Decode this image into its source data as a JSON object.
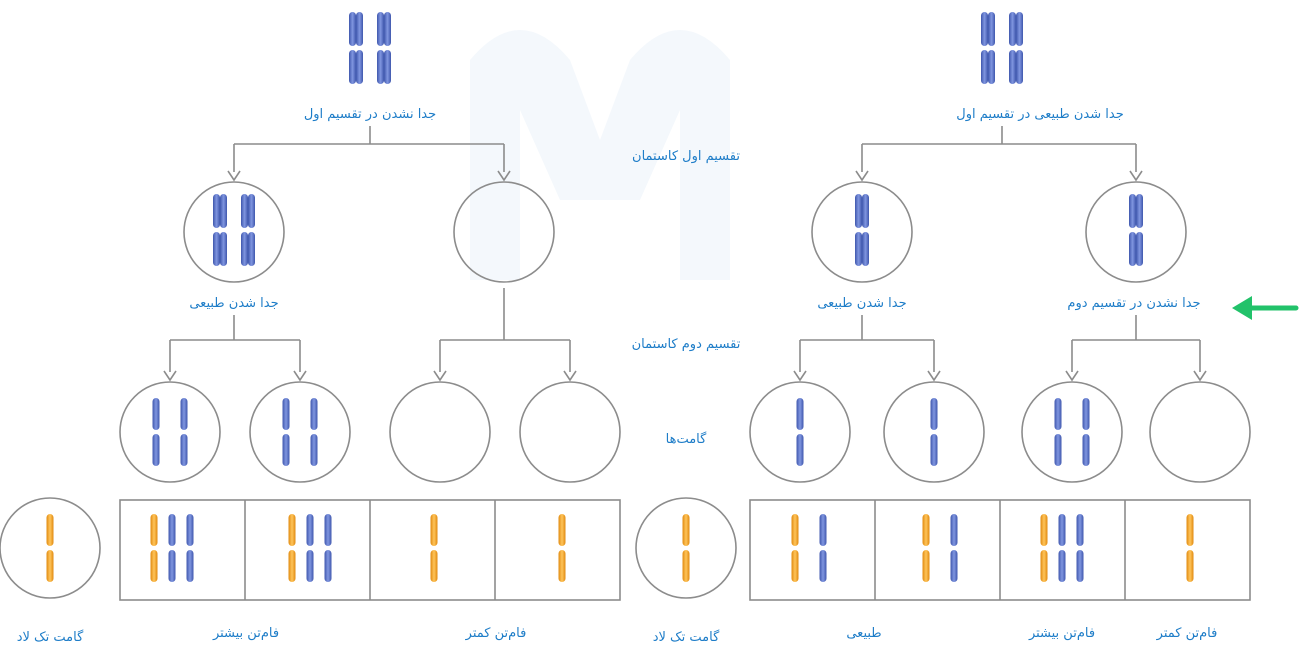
{
  "colors": {
    "label": "#1e7dc8",
    "chromosome_blue": "#5b74c9",
    "chromosome_orange": "#f2a32c",
    "line": "#8c8c8c",
    "arrow_green": "#22c26a"
  },
  "right_tree": {
    "top_label": "جدا شدن طبیعی در تقسیم اول",
    "left_cell_label": "جدا شدن طبیعی",
    "right_cell_label": "جدا نشدن در تقسیم دوم",
    "gamete_labels": [
      "طبیعی",
      "فام‌تن بیشتر",
      "فام‌تن کمتر"
    ],
    "single_gamete_label": "گامت تک لاد",
    "highlight_arrow": "green-left-arrow"
  },
  "left_tree": {
    "top_label": "جدا نشدن در تقسیم اول",
    "left_cell_label": "جدا شدن طبیعی",
    "gamete_labels": [
      "فام‌تن بیشتر",
      "فام‌تن کمتر"
    ],
    "single_gamete_label": "گامت تک لاد"
  },
  "stage_labels": {
    "meiosis1": "تقسیم اول کاستمان",
    "meiosis2": "تقسیم دوم کاستمان",
    "gametes": "گامت‌ها"
  }
}
